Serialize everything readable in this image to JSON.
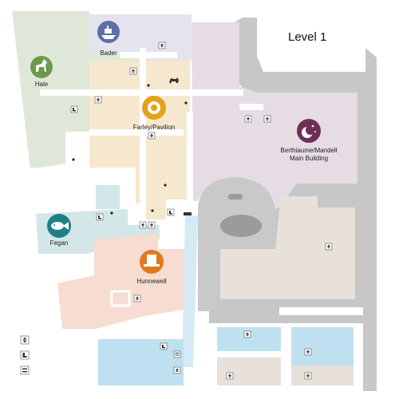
{
  "map": {
    "level_label": "Level 1",
    "buildings": [
      {
        "id": "hale",
        "name": "Hale",
        "icon": "horse-icon",
        "color": "#6b9a49"
      },
      {
        "id": "bader",
        "name": "Bader",
        "icon": "boat-icon",
        "color": "#5e6fa6"
      },
      {
        "id": "farley",
        "name": "Farley/Pavilion",
        "icon": "sunflower-icon",
        "color": "#e3a21a"
      },
      {
        "id": "berthiaume",
        "name": "Berthiaume/Mandell\nMain Building",
        "icon": "moon-stars-icon",
        "color": "#6e2f57"
      },
      {
        "id": "fegan",
        "name": "Fegan",
        "icon": "fish-icon",
        "color": "#1f7f86"
      },
      {
        "id": "hunnewell",
        "name": "Hunnewell",
        "icon": "top-hat-icon",
        "color": "#e07a1f"
      }
    ],
    "legend": [
      {
        "icon": "elevator-icon"
      },
      {
        "icon": "restroom-icon"
      },
      {
        "icon": "stairs-icon"
      }
    ]
  }
}
